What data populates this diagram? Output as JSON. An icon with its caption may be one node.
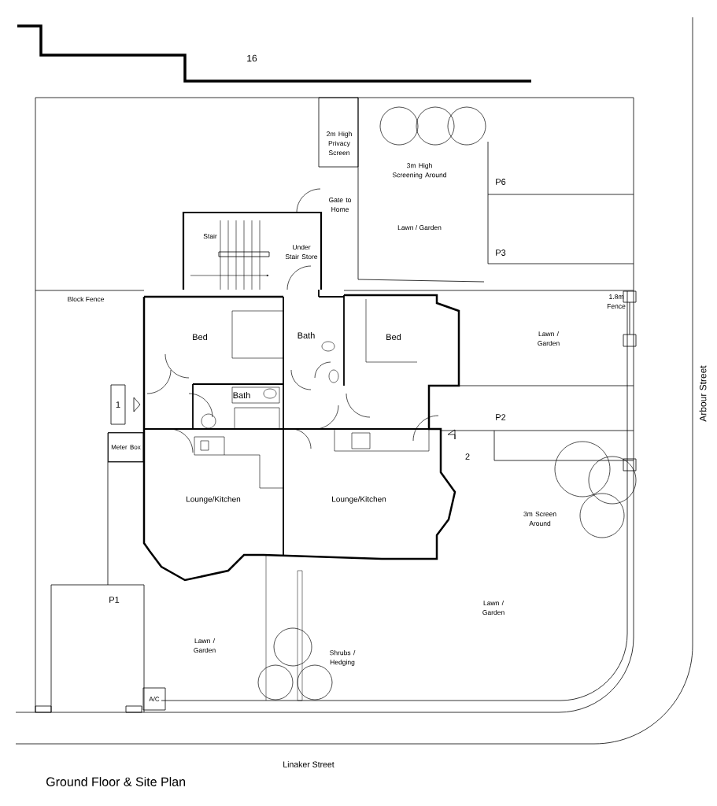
{
  "diagram": {
    "caption": "Ground Floor & Site Plan",
    "nodes": [
      {
        "text": [
          "1"
        ]
      },
      {
        "text": [
          "Meter Box"
        ]
      },
      {
        "text": [
          "A/C"
        ]
      }
    ],
    "labels": [
      "16",
      "2m High Privacy Screen",
      "Gate to Home",
      "3m High Screening Around",
      "P6",
      "Stair",
      "Under Stair Store",
      "Lawn / Garden",
      "P3",
      "Block Fence",
      "1.8m Fence",
      "Bed",
      "Bath",
      "Bed",
      "Lawn / Garden",
      "Bath",
      "Arbour Street",
      "P2",
      "2",
      "Lounge/Kitchen",
      "Lounge/Kitchen",
      "3m Screen Around",
      "P1",
      "Lawn / Garden",
      "Lawn / Garden",
      "Shrubs / Hedging",
      "Linaker Street"
    ]
  }
}
